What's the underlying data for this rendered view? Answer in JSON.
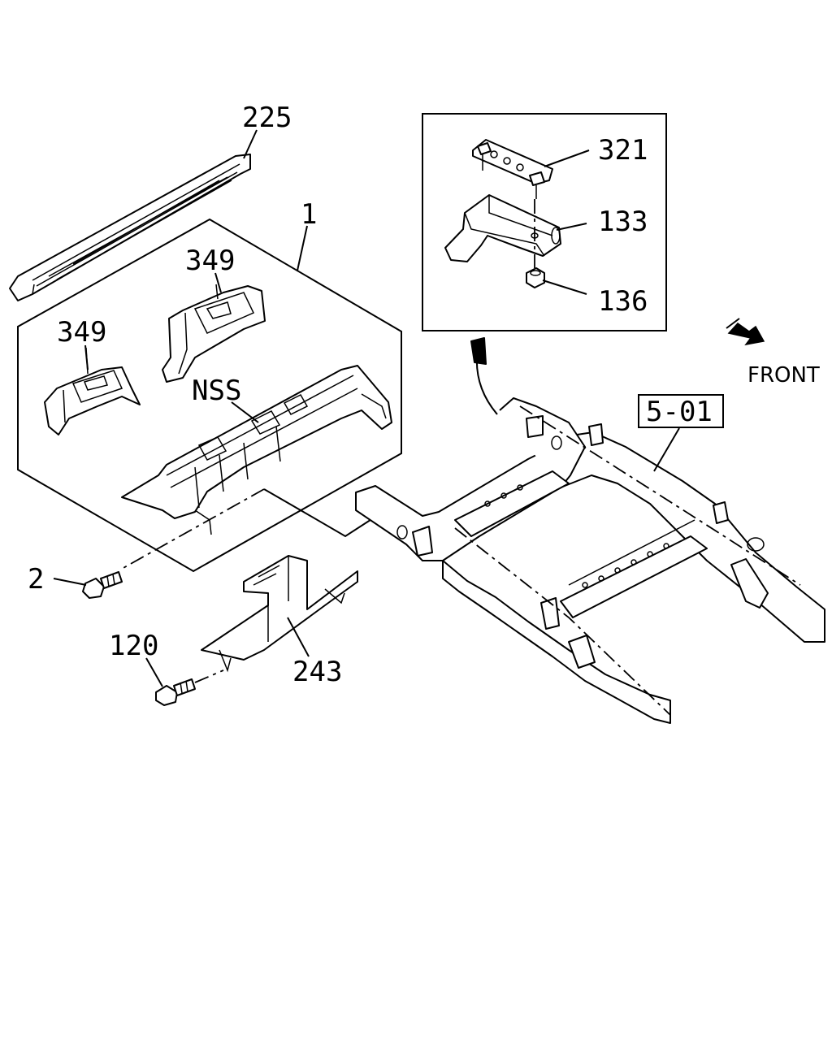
{
  "callouts": {
    "p225": "225",
    "p1": "1",
    "p349a": "349",
    "p349b": "349",
    "nss": "NSS",
    "p2": "2",
    "p120": "120",
    "p243": "243",
    "p321": "321",
    "p133": "133",
    "p136": "136",
    "ref": "5-01"
  },
  "direction": {
    "label": "FRONT",
    "icon": "arrow-icon"
  }
}
